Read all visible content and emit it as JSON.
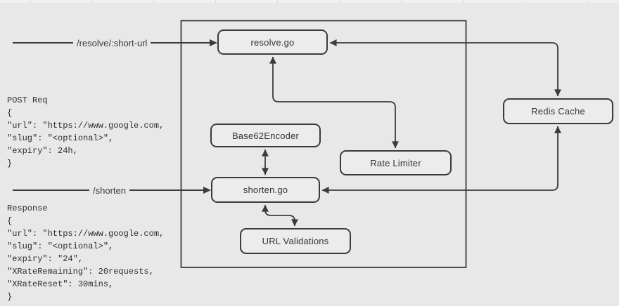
{
  "canvas": {
    "background_color": "#e8e8e8",
    "line_color": "#3b3b3b"
  },
  "routes": {
    "resolve": {
      "label": "/resolve/:short-url"
    },
    "shorten": {
      "label": "/shorten"
    }
  },
  "nodes": {
    "resolve": {
      "label": "resolve.go"
    },
    "base62_encoder": {
      "label": "Base62Encoder"
    },
    "rate_limiter": {
      "label": "Rate Limiter"
    },
    "shorten": {
      "label": "shorten.go"
    },
    "url_validations": {
      "label": "URL Validations"
    },
    "redis_cache": {
      "label": "Redis Cache"
    }
  },
  "code_blocks": {
    "post_request": "POST Req\n{\n\"url\": \"https://www.google.com,\n\"slug\": \"<optional>\",\n\"expiry\": 24h,\n}",
    "response": "Response\n{\n\"url\": \"https://www.google.com,\n\"slug\": \"<optional>\",\n\"expiry\": \"24\",\n\"XRateRemaining\": 20requests,\n\"XRateReset\": 30mins,\n}"
  }
}
